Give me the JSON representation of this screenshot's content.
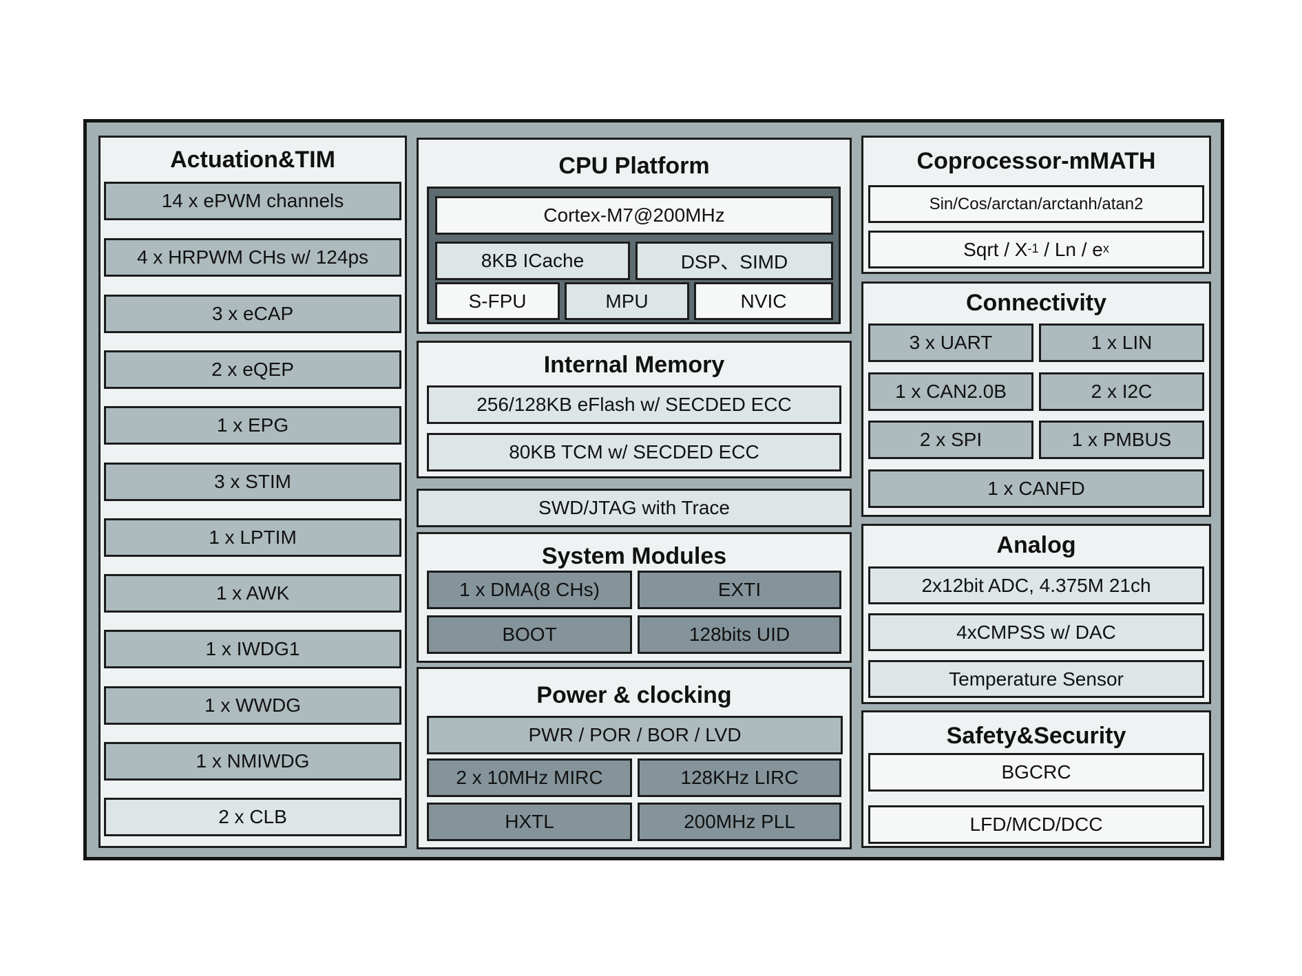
{
  "actuation": {
    "title": "Actuation&TIM",
    "items": [
      "14 x ePWM channels",
      "4 x HRPWM CHs w/ 124ps",
      "3 x eCAP",
      "2 x eQEP",
      "1 x EPG",
      "3 x STIM",
      "1 x LPTIM",
      "1 x AWK",
      "1 x IWDG1",
      "1 x WWDG",
      "1 x NMIWDG",
      "2 x CLB"
    ]
  },
  "cpu": {
    "title": "CPU Platform",
    "core": "Cortex-M7@200MHz",
    "icache": "8KB ICache",
    "dsp": "DSP、SIMD",
    "sfpu": "S-FPU",
    "mpu": "MPU",
    "nvic": "NVIC"
  },
  "memory": {
    "title": "Internal Memory",
    "items": [
      "256/128KB eFlash w/ SECDED ECC",
      "80KB TCM w/ SECDED ECC"
    ]
  },
  "swd": {
    "label": "SWD/JTAG with Trace"
  },
  "sysmod": {
    "title": "System Modules",
    "items": [
      "1 x DMA(8 CHs)",
      "EXTI",
      "BOOT",
      "128bits UID"
    ]
  },
  "power": {
    "title": "Power & clocking",
    "pwr": "PWR / POR / BOR / LVD",
    "items": [
      "2 x 10MHz MIRC",
      "128KHz LIRC",
      "HXTL",
      "200MHz PLL"
    ]
  },
  "coproc": {
    "title": "Coprocessor-mMATH",
    "trig": "Sin/Cos/arctan/arctanh/atan2",
    "sqrt_a": "Sqrt / X",
    "sqrt_sup1": "-1",
    "sqrt_b": " / Ln / e",
    "sqrt_sup2": "x"
  },
  "connectivity": {
    "title": "Connectivity",
    "items": [
      "3 x UART",
      "1 x LIN",
      "1 x CAN2.0B",
      "2 x I2C",
      "2 x SPI",
      "1 x PMBUS"
    ],
    "canfd": "1 x CANFD"
  },
  "analog": {
    "title": "Analog",
    "items": [
      "2x12bit ADC, 4.375M 21ch",
      "4xCMPSS w/ DAC",
      "Temperature Sensor"
    ]
  },
  "safety": {
    "title": "Safety&Security",
    "items": [
      "BGCRC",
      "LFD/MCD/DCC"
    ]
  }
}
